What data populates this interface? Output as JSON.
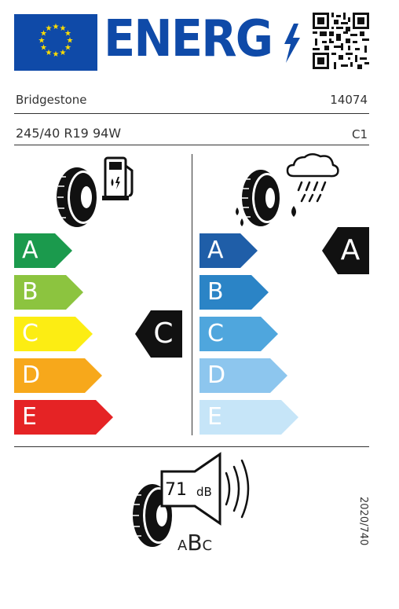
{
  "header": {
    "title": "ENERG",
    "icons": [
      "eu-flag",
      "lightning-bolt-icon",
      "qr-code"
    ]
  },
  "info": {
    "brand": "Bridgestone",
    "type_id": "14074",
    "tyre_size": "245/40 R19 94W",
    "tyre_class": "C1"
  },
  "fuel_efficiency": {
    "icon": "fuel-pump-tyre-icon",
    "scale": [
      {
        "grade": "A",
        "color": "#1b9a4d"
      },
      {
        "grade": "B",
        "color": "#8cc43f"
      },
      {
        "grade": "C",
        "color": "#fced13"
      },
      {
        "grade": "D",
        "color": "#f7a81b"
      },
      {
        "grade": "E",
        "color": "#e52325"
      }
    ],
    "rating": "C"
  },
  "wet_grip": {
    "icon": "rain-cloud-tyre-icon",
    "scale": [
      {
        "grade": "A",
        "color": "#1f5ea8"
      },
      {
        "grade": "B",
        "color": "#2b84c6"
      },
      {
        "grade": "C",
        "color": "#4fa6dd"
      },
      {
        "grade": "D",
        "color": "#8dc6ee"
      },
      {
        "grade": "E",
        "color": "#c6e5f8"
      }
    ],
    "rating": "A"
  },
  "noise": {
    "icon": "speaker-tyre-icon",
    "value": "71",
    "unit": "dB",
    "classes": [
      "A",
      "B",
      "C"
    ],
    "selected_class": "B"
  },
  "regulation": "2020/740"
}
